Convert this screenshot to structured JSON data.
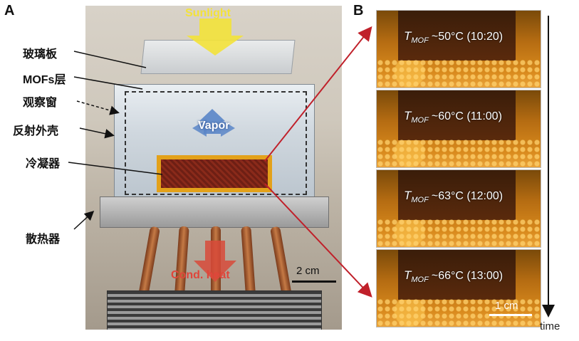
{
  "panels": {
    "a": "A",
    "b": "B"
  },
  "annotations": {
    "glass_plate": "玻璃板",
    "mofs_layer": "MOFs层",
    "observation_window": "观察窗",
    "reflective_shell": "反射外壳",
    "condenser": "冷凝器",
    "heat_sink": "散热器"
  },
  "overlays": {
    "sunlight": "Sunlight",
    "vapor": "Vapor",
    "cond_heat": "Cond. heat",
    "scale_a": "2 cm"
  },
  "frames": [
    {
      "t": "T",
      "sub": "MOF",
      "reading": "~50°C (10:20)"
    },
    {
      "t": "T",
      "sub": "MOF",
      "reading": "~60°C (11:00)"
    },
    {
      "t": "T",
      "sub": "MOF",
      "reading": "~63°C (12:00)"
    },
    {
      "t": "T",
      "sub": "MOF",
      "reading": "~66°C (13:00)"
    }
  ],
  "scale_b": "1 cm",
  "time_label": "time",
  "colors": {
    "arrow_red": "#c0202a",
    "sunlight": "#f3e23a",
    "vapor": "#5a86c8",
    "heat": "#d84a3a"
  }
}
